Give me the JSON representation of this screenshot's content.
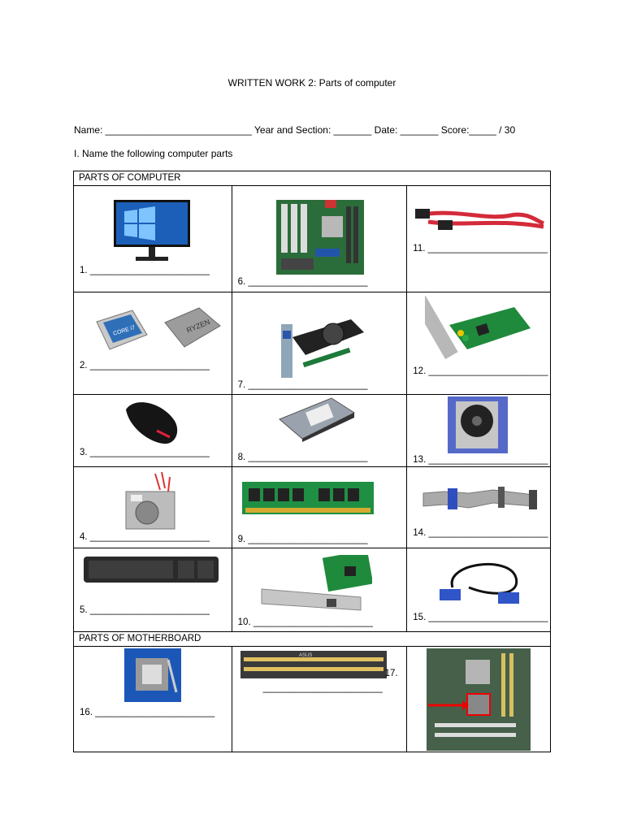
{
  "title": "WRITTEN WORK 2: Parts of computer",
  "header_line": "Name: ___________________________ Year and Section: _______ Date: _______ Score:_____ / 30",
  "instruction": "I. Name the following computer parts",
  "sections": {
    "computer": "PARTS OF COMPUTER",
    "motherboard": "PARTS OF MOTHERBOARD"
  },
  "items": [
    "1. _______________________",
    "2. _______________________",
    "3. _______________________",
    "4. _______________________",
    "5. _______________________",
    "6. _______________________",
    "7. _______________________",
    "8. _______________________",
    "9. _______________________",
    "10. _______________________",
    "11. _______________________",
    "12. _______________________",
    "13. _______________________",
    "14. _______________________",
    "15. _______________________",
    "16. _______________________",
    "17."
  ],
  "item17_line": "_______________________",
  "image_text": {
    "cpu_intel": "CORE i7",
    "cpu_amd": "RYZEN",
    "ram_brand": "ASUS"
  }
}
